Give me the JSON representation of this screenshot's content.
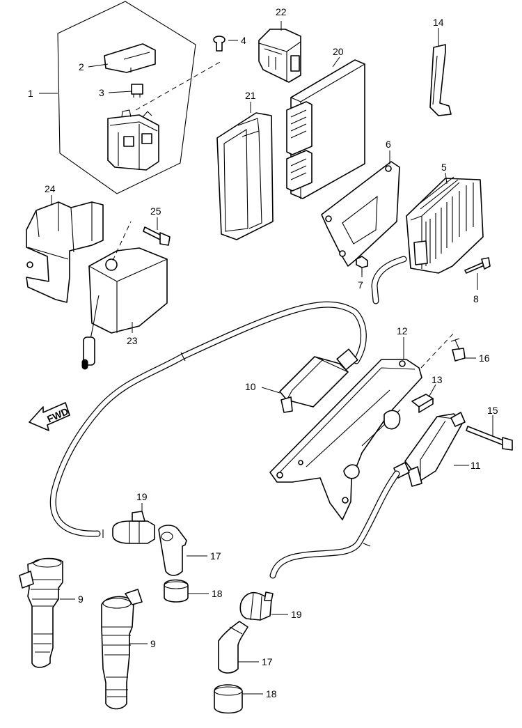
{
  "callouts": [
    {
      "id": "c1",
      "label": "1"
    },
    {
      "id": "c2",
      "label": "2"
    },
    {
      "id": "c3",
      "label": "3"
    },
    {
      "id": "c4",
      "label": "4"
    },
    {
      "id": "c5",
      "label": "5"
    },
    {
      "id": "c6",
      "label": "6"
    },
    {
      "id": "c7",
      "label": "7"
    },
    {
      "id": "c8",
      "label": "8"
    },
    {
      "id": "c9a",
      "label": "9"
    },
    {
      "id": "c9b",
      "label": "9"
    },
    {
      "id": "c10",
      "label": "10"
    },
    {
      "id": "c11",
      "label": "11"
    },
    {
      "id": "c12",
      "label": "12"
    },
    {
      "id": "c13",
      "label": "13"
    },
    {
      "id": "c14",
      "label": "14"
    },
    {
      "id": "c15",
      "label": "15"
    },
    {
      "id": "c16",
      "label": "16"
    },
    {
      "id": "c17a",
      "label": "17"
    },
    {
      "id": "c17b",
      "label": "17"
    },
    {
      "id": "c18a",
      "label": "18"
    },
    {
      "id": "c18b",
      "label": "18"
    },
    {
      "id": "c19a",
      "label": "19"
    },
    {
      "id": "c19b",
      "label": "19"
    },
    {
      "id": "c20",
      "label": "20"
    },
    {
      "id": "c21",
      "label": "21"
    },
    {
      "id": "c22",
      "label": "22"
    },
    {
      "id": "c23",
      "label": "23"
    },
    {
      "id": "c24",
      "label": "24"
    },
    {
      "id": "c25",
      "label": "25"
    }
  ],
  "direction_marker": {
    "label": "FWD"
  }
}
